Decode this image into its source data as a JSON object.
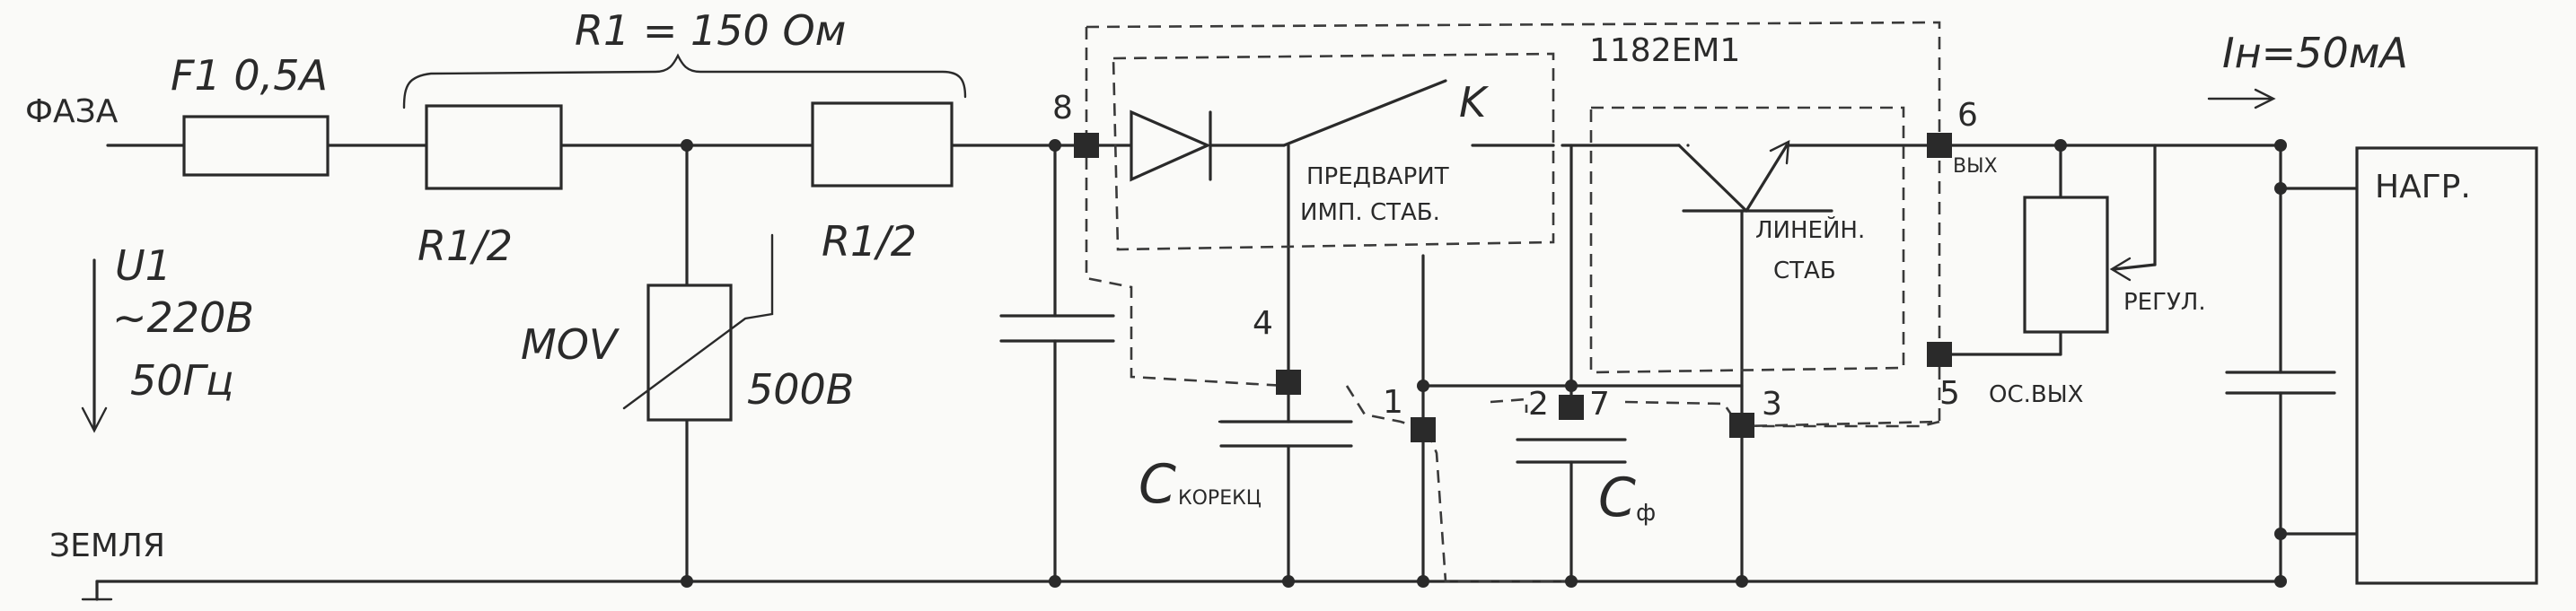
{
  "labels": {
    "phase": "ФАЗА",
    "ground": "ЗЕМЛЯ",
    "fuse": "F1  0,5A",
    "r1_total": "R1 = 150 Ом",
    "r1_half_a": "R1/2",
    "r1_half_b": "R1/2",
    "u1": "U1",
    "u1_volt": "~220В",
    "u1_freq": "50Гц",
    "mov": "MOV",
    "mov_volt": "500В",
    "chip": "1182ЕМ1",
    "switch_k": "K",
    "pre_stab_1": "ПРЕДВАРИТ",
    "pre_stab_2": "ИМП. СТАБ.",
    "lin_stab_1": "ЛИНЕЙН.",
    "lin_stab_2": "СТАБ",
    "out_label": "ВЫХ",
    "fb_label": "ОС.ВЫХ",
    "regul": "РЕГУЛ.",
    "load": "НАГР.",
    "current": "Iн=50мА",
    "c_corr_main": "С",
    "c_corr_sub": "КОРЕКЦ",
    "c_f_main": "С",
    "c_f_sub": "ф",
    "pin_8": "8",
    "pin_4": "4",
    "pin_1": "1",
    "pin_2": "2",
    "pin_7": "7",
    "pin_3": "3",
    "pin_6": "6",
    "pin_5": "5"
  },
  "colors": {
    "ink": "#2a2a2a",
    "paper": "#fafaf8"
  }
}
